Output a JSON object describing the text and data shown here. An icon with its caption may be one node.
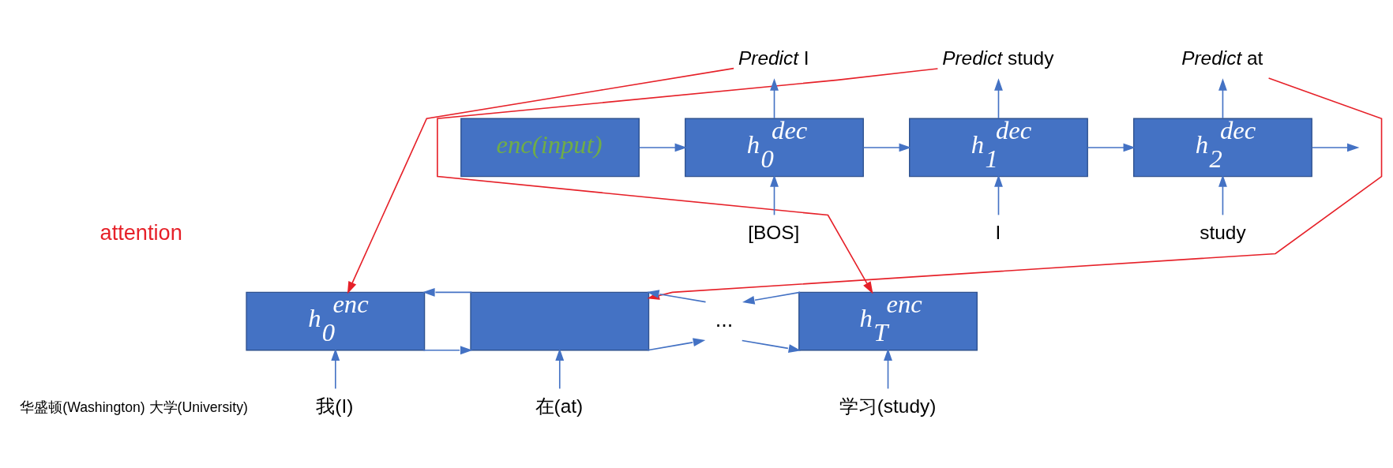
{
  "diagram": {
    "nodes": [
      {
        "text": [
          "*Predict* I"
        ]
      },
      {
        "text": [
          "*Predict* study"
        ]
      },
      {
        "text": [
          "*Predict* at"
        ]
      },
      {
        "text": [
          "enc(input)"
        ]
      },
      {
        "text": [
          "h$_{0}$$^{dec}$"
        ]
      },
      {
        "text": [
          "h$_{1}$$^{dec}$"
        ]
      },
      {
        "text": [
          "h$_{2}$$^{dec}$"
        ]
      },
      {
        "text": [
          "[BOS]"
        ]
      },
      {
        "text": [
          "I"
        ]
      },
      {
        "text": [
          "study"
        ]
      },
      {
        "text": [
          "h$_{0}$$^{enc}$"
        ]
      },
      {
        "text": [],
        "shape": "box"
      },
      {
        "text": [
          "..."
        ]
      },
      {
        "text": [
          "h$_{T}$$^{enc}$"
        ]
      },
      {
        "text": [
          "我(I)"
        ]
      },
      {
        "text": [
          "在(at)"
        ]
      },
      {
        "text": [
          "学习(study)"
        ]
      }
    ],
    "edges": [
      {
        "from": 3,
        "to": 4,
        "arrow": "to"
      },
      {
        "from": 4,
        "to": 5,
        "arrow": "to"
      },
      {
        "from": 5,
        "to": 6,
        "arrow": "to"
      },
      {
        "from": 6,
        "to": null,
        "arrow": "to"
      },
      {
        "from": 4,
        "to": 0,
        "arrow": "to"
      },
      {
        "from": 5,
        "to": 1,
        "arrow": "to"
      },
      {
        "from": 6,
        "to": 2,
        "arrow": "to"
      },
      {
        "from": 7,
        "to": 4,
        "arrow": "to"
      },
      {
        "from": 8,
        "to": 5,
        "arrow": "to"
      },
      {
        "from": 9,
        "to": 6,
        "arrow": "to"
      },
      {
        "from": 0,
        "to": 10,
        "arrow": "to",
        "color": "#e62129"
      },
      {
        "from": 1,
        "to": 13,
        "arrow": "to",
        "color": "#e62129"
      },
      {
        "from": 2,
        "to": 11,
        "arrow": "to",
        "color": "#e62129"
      },
      {
        "from": 10,
        "to": 11,
        "arrow": "to"
      },
      {
        "from": 11,
        "to": 10,
        "arrow": "to"
      },
      {
        "from": 11,
        "to": 12,
        "arrow": "to"
      },
      {
        "from": 12,
        "to": 11,
        "arrow": "to"
      },
      {
        "from": 12,
        "to": 13,
        "arrow": "to"
      },
      {
        "from": 13,
        "to": 12,
        "arrow": "to"
      },
      {
        "from": 14,
        "to": 10,
        "arrow": "to"
      },
      {
        "from": 15,
        "to": 11,
        "arrow": "to"
      },
      {
        "from": 16,
        "to": 13,
        "arrow": "to"
      }
    ],
    "labels": [
      "attention",
      "华盛顿(Washington) 大学(University)"
    ]
  }
}
